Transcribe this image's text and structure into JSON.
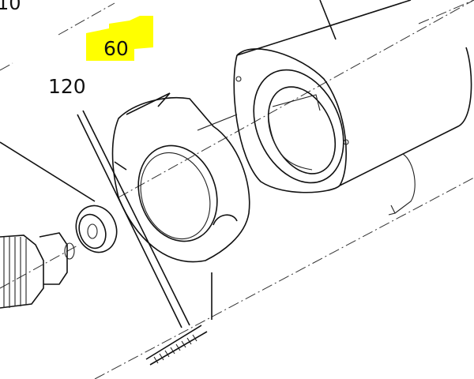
{
  "labels": {
    "part_10": "10",
    "part_60": "60",
    "part_120": "120"
  },
  "highlight_color": "#ffff00",
  "line_color": "#111111"
}
